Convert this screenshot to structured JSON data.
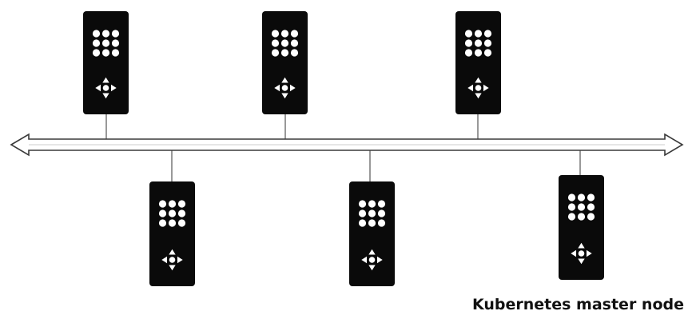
{
  "caption": "Kubernetes master node",
  "colors": {
    "device_fill": "#0a0a0a",
    "device_glyph": "#ffffff",
    "bus_stroke": "#3a3a3a",
    "connector_stroke": "#777777",
    "background": "#ffffff"
  },
  "bus": {
    "direction": "bidirectional",
    "arrowheads": [
      "left-arrow-icon",
      "right-arrow-icon"
    ]
  },
  "devices": [
    {
      "id": "device-top-1",
      "row": "top",
      "icon": "remote-control-icon"
    },
    {
      "id": "device-top-2",
      "row": "top",
      "icon": "remote-control-icon"
    },
    {
      "id": "device-top-3",
      "row": "top",
      "icon": "remote-control-icon"
    },
    {
      "id": "device-bottom-1",
      "row": "bottom",
      "icon": "remote-control-icon"
    },
    {
      "id": "device-bottom-2",
      "row": "bottom",
      "icon": "remote-control-icon"
    },
    {
      "id": "device-bottom-3",
      "row": "bottom",
      "icon": "remote-control-icon"
    }
  ]
}
